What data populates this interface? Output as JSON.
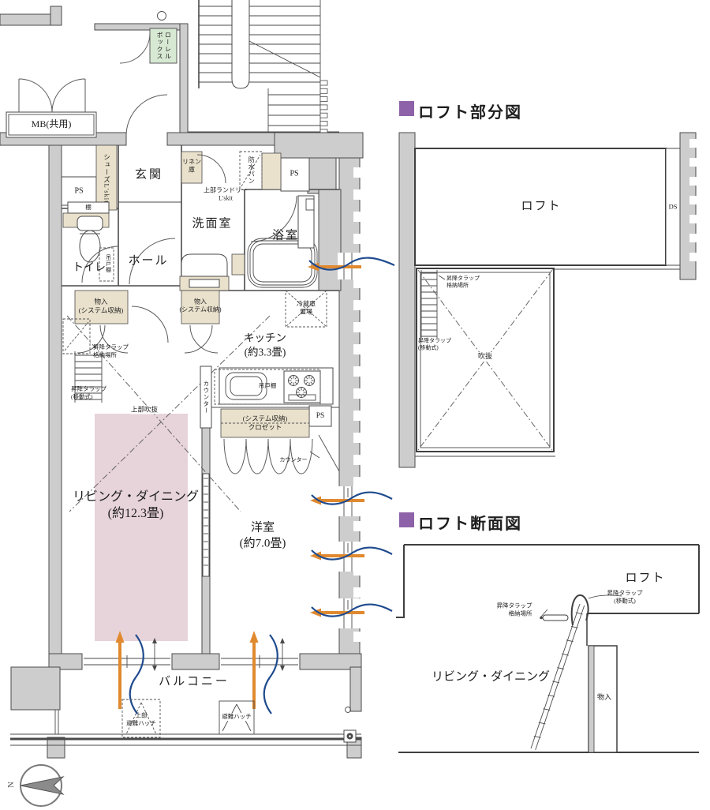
{
  "colors": {
    "wall_gray": "#cdcdcd",
    "fixture_beige": "#e9e1cc",
    "living_pink": "#e7d3da",
    "laurel_green": "#d8e9d3",
    "accent_purple": "#8d62a8",
    "airflow_orange": "#e0892f",
    "airflow_blue": "#1f4b8e"
  },
  "main": {
    "mb": "MB(共用)",
    "laurel": "ローレル\nボックス",
    "ps": "PS",
    "shoes": "シューズL'skit",
    "genkan": "玄関",
    "linen": "リネン\n庫",
    "bousui": "防水パン",
    "laundry": "上部ランドリー\nL'skit",
    "senmen": "洗面室",
    "yoku": "浴室",
    "tana": "棚",
    "toilet": "トイレ",
    "tsurido": "吊戸棚",
    "hall": "ホール",
    "monoire": "物入\n(システム収納)",
    "reizo": "冷蔵庫\n置場",
    "kitchen": "キッチン\n(約3.3畳)",
    "trap_storage": "昇降タラップ\n格納場所",
    "trap_movable": "昇降タラップ\n(移動式)",
    "counter": "カウンター",
    "tsurido_kitchen": "吊戸棚",
    "closet": "(システム収納)\nクロゼット",
    "fukinuke_upper": "上部吹抜",
    "living": "リビング・ダイニング\n(約12.3畳)",
    "yoshitsu": "洋室\n(約7.0畳)",
    "balcony": "バルコニー",
    "hatch_upper": "上部\n避難ハッチ",
    "hatch": "避難ハッチ",
    "north": "N"
  },
  "loft_plan": {
    "title": "ロフト部分図",
    "loft": "ロフト",
    "ds": "DS",
    "trap_storage": "昇降タラップ\n格納場所",
    "trap_movable": "昇降タラップ\n(移動式)",
    "fukinuke": "吹抜"
  },
  "loft_section": {
    "title": "ロフト断面図",
    "loft": "ロフト",
    "trap_storage": "昇降タラップ\n格納場所",
    "trap_movable": "昇降タラップ\n(移動式)",
    "living": "リビング・ダイニング",
    "monoire": "物入"
  }
}
